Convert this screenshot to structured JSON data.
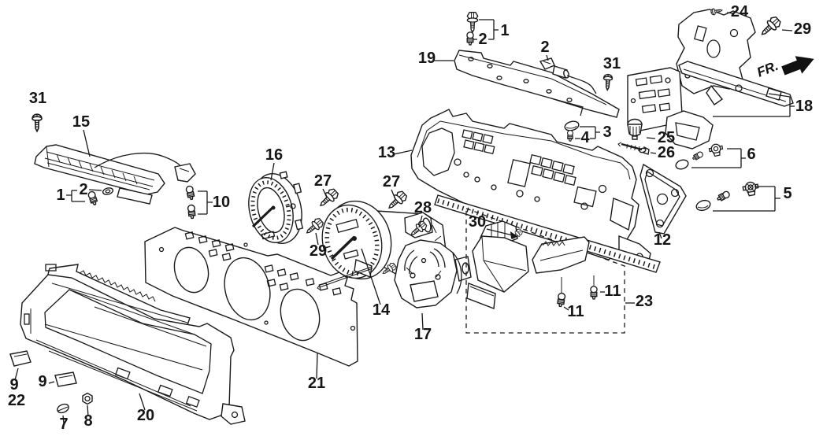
{
  "diagram": {
    "direction_label": "FR.",
    "callouts": [
      {
        "text": "31"
      },
      {
        "text": "15"
      },
      {
        "text": "1"
      },
      {
        "text": "2"
      },
      {
        "text": "10"
      },
      {
        "text": "16"
      },
      {
        "text": "27"
      },
      {
        "text": "29"
      },
      {
        "text": "14"
      },
      {
        "text": "27"
      },
      {
        "text": "28"
      },
      {
        "text": "13"
      },
      {
        "text": "19"
      },
      {
        "text": "1"
      },
      {
        "text": "2"
      },
      {
        "text": "2"
      },
      {
        "text": "31"
      },
      {
        "text": "3"
      },
      {
        "text": "4"
      },
      {
        "text": "24"
      },
      {
        "text": "29"
      },
      {
        "text": "18"
      },
      {
        "text": "25"
      },
      {
        "text": "26"
      },
      {
        "text": "6"
      },
      {
        "text": "5"
      },
      {
        "text": "12"
      },
      {
        "text": "30"
      },
      {
        "text": "11"
      },
      {
        "text": "11"
      },
      {
        "text": "23"
      },
      {
        "text": "17"
      },
      {
        "text": "21"
      },
      {
        "text": "20"
      },
      {
        "text": "9"
      },
      {
        "text": "22"
      },
      {
        "text": "9"
      },
      {
        "text": "7"
      },
      {
        "text": "8"
      }
    ]
  }
}
